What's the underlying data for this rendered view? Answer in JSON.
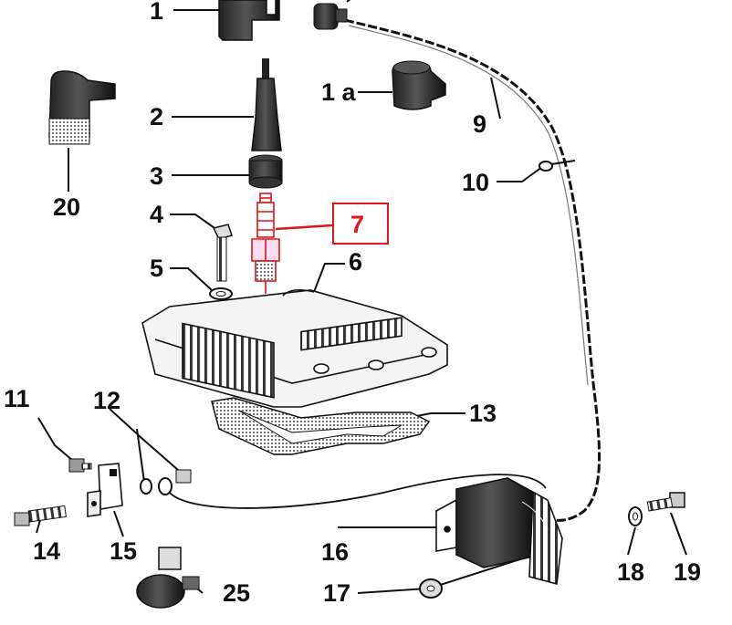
{
  "colors": {
    "ink": "#111111",
    "highlight": "#e0141b",
    "background": "#ffffff"
  },
  "highlighted_part": "7",
  "parts": [
    {
      "key": "p1",
      "label": "1",
      "icon": "spark-plug-boot-icon"
    },
    {
      "key": "p1a",
      "label": "1 a",
      "icon": "plug-cap-icon"
    },
    {
      "key": "p2",
      "label": "2",
      "icon": "rubber-sleeve-icon"
    },
    {
      "key": "p3",
      "label": "3",
      "icon": "grommet-icon"
    },
    {
      "key": "p4",
      "label": "4",
      "icon": "bolt-icon"
    },
    {
      "key": "p5",
      "label": "5",
      "icon": "washer-icon"
    },
    {
      "key": "p6",
      "label": "6",
      "icon": "cylinder-head-icon"
    },
    {
      "key": "p7",
      "label": "7",
      "icon": "spark-plug-icon"
    },
    {
      "key": "p9",
      "label": "9",
      "icon": "ignition-cable-icon"
    },
    {
      "key": "p10",
      "label": "10",
      "icon": "cable-clip-icon"
    },
    {
      "key": "p11",
      "label": "11",
      "icon": "screw-icon"
    },
    {
      "key": "p12",
      "label": "12",
      "icon": "nut-icon"
    },
    {
      "key": "p13",
      "label": "13",
      "icon": "gasket-icon"
    },
    {
      "key": "p14",
      "label": "14",
      "icon": "screw-icon"
    },
    {
      "key": "p15",
      "label": "15",
      "icon": "bracket-icon"
    },
    {
      "key": "p16",
      "label": "16",
      "icon": "ignition-coil-icon"
    },
    {
      "key": "p17",
      "label": "17",
      "icon": "nut-icon"
    },
    {
      "key": "p18",
      "label": "18",
      "icon": "washer-icon"
    },
    {
      "key": "p19",
      "label": "19",
      "icon": "screw-icon"
    },
    {
      "key": "p20",
      "label": "20",
      "icon": "suppressor-cap-icon"
    },
    {
      "key": "p25",
      "label": "25",
      "icon": "switch-icon"
    }
  ]
}
